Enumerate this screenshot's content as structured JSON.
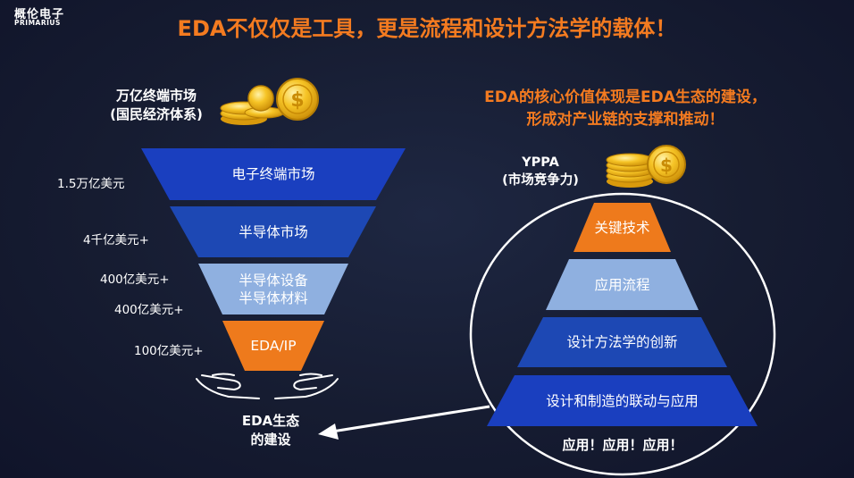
{
  "logo": {
    "cn": "概伦电子",
    "en": "PRIMARIUS"
  },
  "title": "EDA不仅仅是工具，更是流程和设计方法学的载体！",
  "left": {
    "caption_line1": "万亿终端市场",
    "caption_line2": "(国民经济体系)",
    "funnel": [
      {
        "label": "电子终端市场",
        "value": "1.5万亿美元",
        "color": "#1a3fbf"
      },
      {
        "label": "半导体市场",
        "value": "4千亿美元+",
        "color": "#1d48b4"
      },
      {
        "label_line1": "半导体设备",
        "label_line2": "半导体材料",
        "value1": "400亿美元+",
        "value2": "400亿美元+",
        "color": "#8fb0e0"
      },
      {
        "label": "EDA/IP",
        "value": "100亿美元+",
        "color": "#ee7a1c"
      }
    ],
    "eco_line1": "EDA生态",
    "eco_line2": "的建设"
  },
  "right": {
    "heading_line1": "EDA的核心价值体现是EDA生态的建设，",
    "heading_line2": "形成对产业链的支撑和推动！",
    "yppa_line1": "YPPA",
    "yppa_line2": "(市场竞争力)",
    "pyramid": [
      {
        "label": "关键技术",
        "color": "#ee7a1c"
      },
      {
        "label": "应用流程",
        "color": "#8fb0e0"
      },
      {
        "label": "设计方法学的创新",
        "color": "#1d48b4"
      },
      {
        "label": "设计和制造的联动与应用",
        "color": "#1a3fbf"
      }
    ],
    "footer": "应用！应用！应用！"
  },
  "colors": {
    "accent": "#f47b20",
    "background": "#161c31",
    "coin": "#f2b81c"
  },
  "icons": [
    "coin-stack-icon",
    "hands-icon",
    "arrow-left-icon"
  ]
}
